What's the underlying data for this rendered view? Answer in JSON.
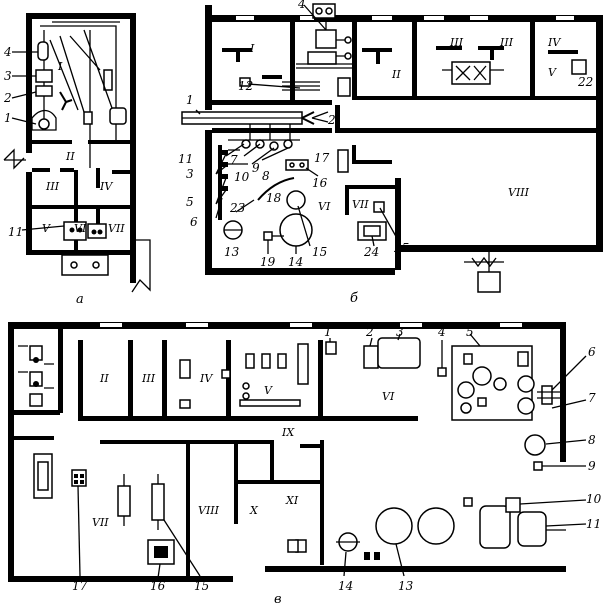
{
  "captions": {
    "a": "а",
    "b": "б",
    "c": "в"
  },
  "plan_a": {
    "rooms": [
      "I",
      "II",
      "III",
      "IV",
      "V",
      "VI",
      "VII"
    ],
    "callouts": [
      "4",
      "3",
      "2",
      "1",
      "11"
    ]
  },
  "plan_b": {
    "rooms": [
      "I",
      "II",
      "III",
      "III",
      "IV",
      "V",
      "VI",
      "VII",
      "VIII"
    ],
    "callouts": [
      "4",
      "22",
      "1",
      "12",
      "2",
      "11",
      "7",
      "10",
      "9",
      "3",
      "8",
      "5",
      "16",
      "17",
      "18",
      "23",
      "6",
      "13",
      "19",
      "14",
      "15",
      "24",
      "25"
    ]
  },
  "plan_c": {
    "rooms": [
      "II",
      "III",
      "IV",
      "V",
      "VI",
      "IX",
      "VII",
      "VIII",
      "X",
      "XI"
    ],
    "callouts": [
      "1",
      "2",
      "3",
      "4",
      "5",
      "6",
      "7",
      "8",
      "9",
      "10",
      "11",
      "17",
      "16",
      "15",
      "14",
      "13"
    ]
  }
}
